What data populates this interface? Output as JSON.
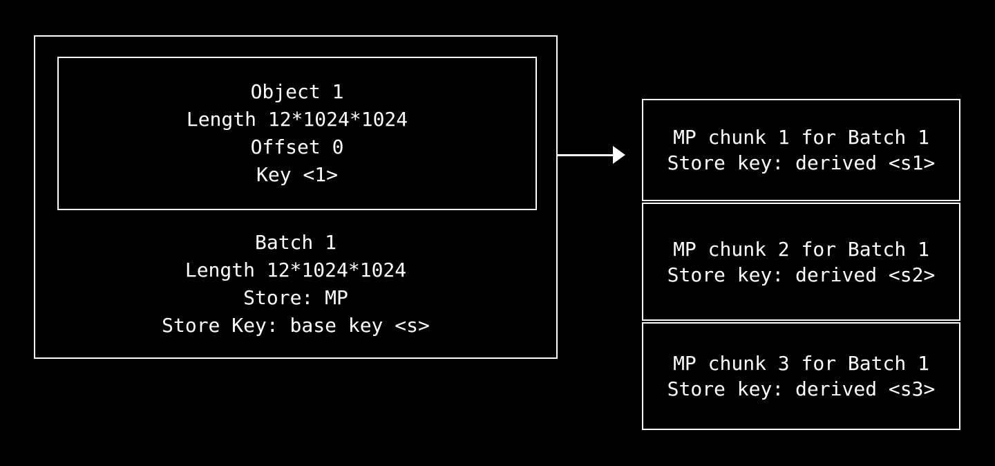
{
  "colors": {
    "background": "#000000",
    "foreground": "#ffffff"
  },
  "source": {
    "object": {
      "line1": "Object 1",
      "line2": "Length 12*1024*1024",
      "line3": "Offset 0",
      "line4": "Key <1>"
    },
    "batch": {
      "line1": "Batch 1",
      "line2": "Length 12*1024*1024",
      "line3": "Store: MP",
      "line4": "Store Key: base key <s>"
    }
  },
  "chunks": [
    {
      "title": "MP chunk 1 for Batch 1",
      "key": "Store key: derived <s1>"
    },
    {
      "title": "MP chunk 2 for Batch 1",
      "key": "Store key: derived <s2>"
    },
    {
      "title": "MP chunk 3 for Batch 1",
      "key": "Store key: derived <s3>"
    }
  ]
}
